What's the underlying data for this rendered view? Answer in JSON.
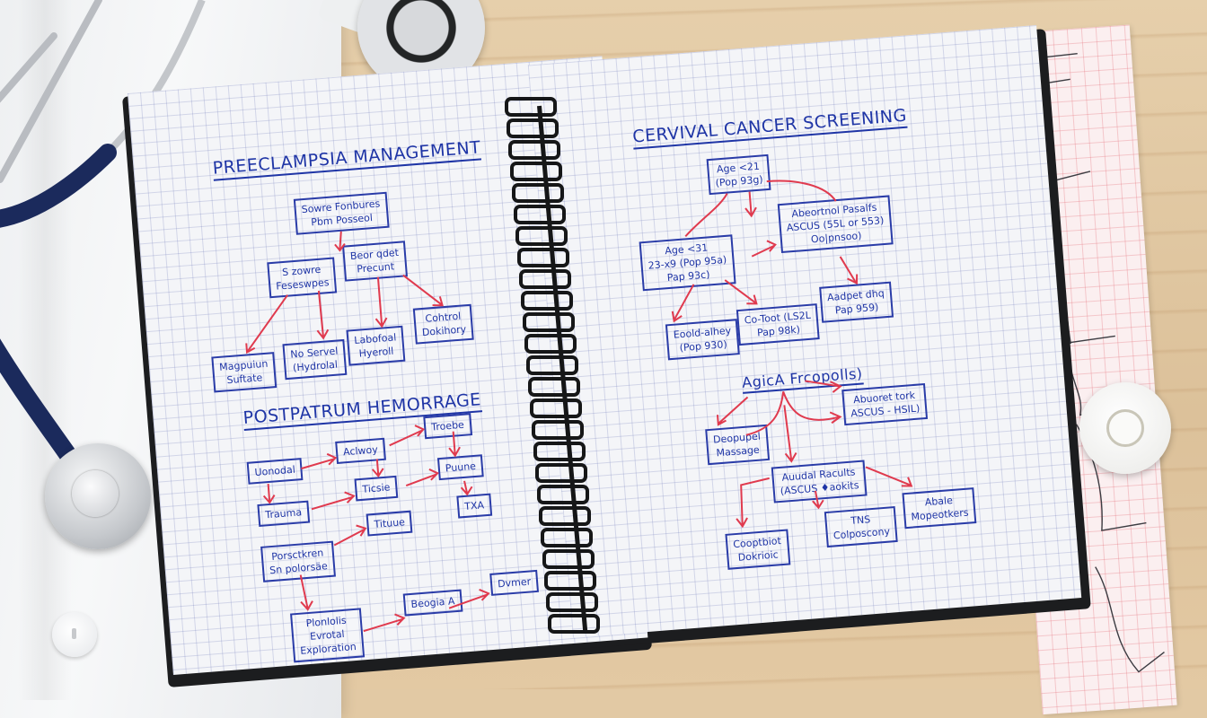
{
  "scene": {
    "description": "Open spiral graph-paper notebook on a wooden desk with handwritten OB/GYN flowcharts, next to a white coat, stethoscope and ECG strip",
    "colors": {
      "ink_blue": "#1f35a6",
      "ink_red": "#e03a4e",
      "desk": "#e2c9a4",
      "paper": "#f4f5f8",
      "tube": "#1b2a5c"
    }
  },
  "left_page": {
    "preeclampsia": {
      "title": "PREECLAMPSIA MANAGEMENT",
      "boxes": [
        {
          "line1": "Sowre Fonbures",
          "line2": "Pbm Posseol"
        },
        {
          "line1": "S zowre",
          "line2": "Feseswpes"
        },
        {
          "line1": "Beor qdet",
          "line2": "Precunt"
        },
        {
          "line1": "Magpuiun",
          "line2": "Suftate"
        },
        {
          "line1": "No Servel",
          "line2": "(Hydrolal"
        },
        {
          "line1": "Labofoal",
          "line2": "Hyeroll"
        },
        {
          "line1": "Cohtrol",
          "line2": "Dokihory"
        }
      ]
    },
    "postpartum": {
      "title": "POSTPATRUM HEMORRAGE",
      "boxes": [
        {
          "line1": "Uonodal",
          "line2": ""
        },
        {
          "line1": "Aclwoy",
          "line2": ""
        },
        {
          "line1": "Troebe",
          "line2": ""
        },
        {
          "line1": "Trauma",
          "line2": ""
        },
        {
          "line1": "Ticsie",
          "line2": ""
        },
        {
          "line1": "Puune",
          "line2": ""
        },
        {
          "line1": "Tituue",
          "line2": ""
        },
        {
          "line1": "TXA",
          "line2": ""
        },
        {
          "line1": "Porsctkren",
          "line2": "Sn polorsäe"
        },
        {
          "line1": "Plonlolis",
          "line2": "Evrotal",
          "line3": "Exploration"
        },
        {
          "line1": "Beogia A",
          "line2": ""
        },
        {
          "line1": "Dvmer",
          "line2": ""
        }
      ]
    }
  },
  "right_page": {
    "cervical": {
      "title": "CERVIVAL CANCER SCREENING",
      "boxes": [
        {
          "line1": "Age <21",
          "line2": "(Pop 93g)"
        },
        {
          "line1": "Age <31",
          "line2": "23-x9 (Pop 95a)",
          "line3": "Pap 93c)"
        },
        {
          "line1": "Abeortnol Pasalfs",
          "line2": "ASCUS (55L or 553)",
          "line3": "Oo|pnsoo)"
        },
        {
          "line1": "Eoold-alhey",
          "line2": "(Pop 930)"
        },
        {
          "line1": "Co-Toot (LS2L",
          "line2": "Pap 98k)"
        },
        {
          "line1": "Aadpet dhq",
          "line2": "Pap 959)"
        }
      ]
    },
    "subsection": {
      "title": "AgicA Frcopolls)",
      "boxes": [
        {
          "line1": "Deopupel",
          "line2": "Massage"
        },
        {
          "line1": "Abuoret tork",
          "line2": "ASCUS - HSIL)"
        },
        {
          "line1": "Auudal Racults",
          "line2": "(ASCUS ♦aokits"
        },
        {
          "line1": "Cooptbiot",
          "line2": "Dokrioic"
        },
        {
          "line1": "TNS",
          "line2": "Colposcony"
        },
        {
          "line1": "Abale",
          "line2": "Mopeotkers"
        }
      ]
    }
  },
  "dial": {
    "label": "ECG calibration dial"
  }
}
